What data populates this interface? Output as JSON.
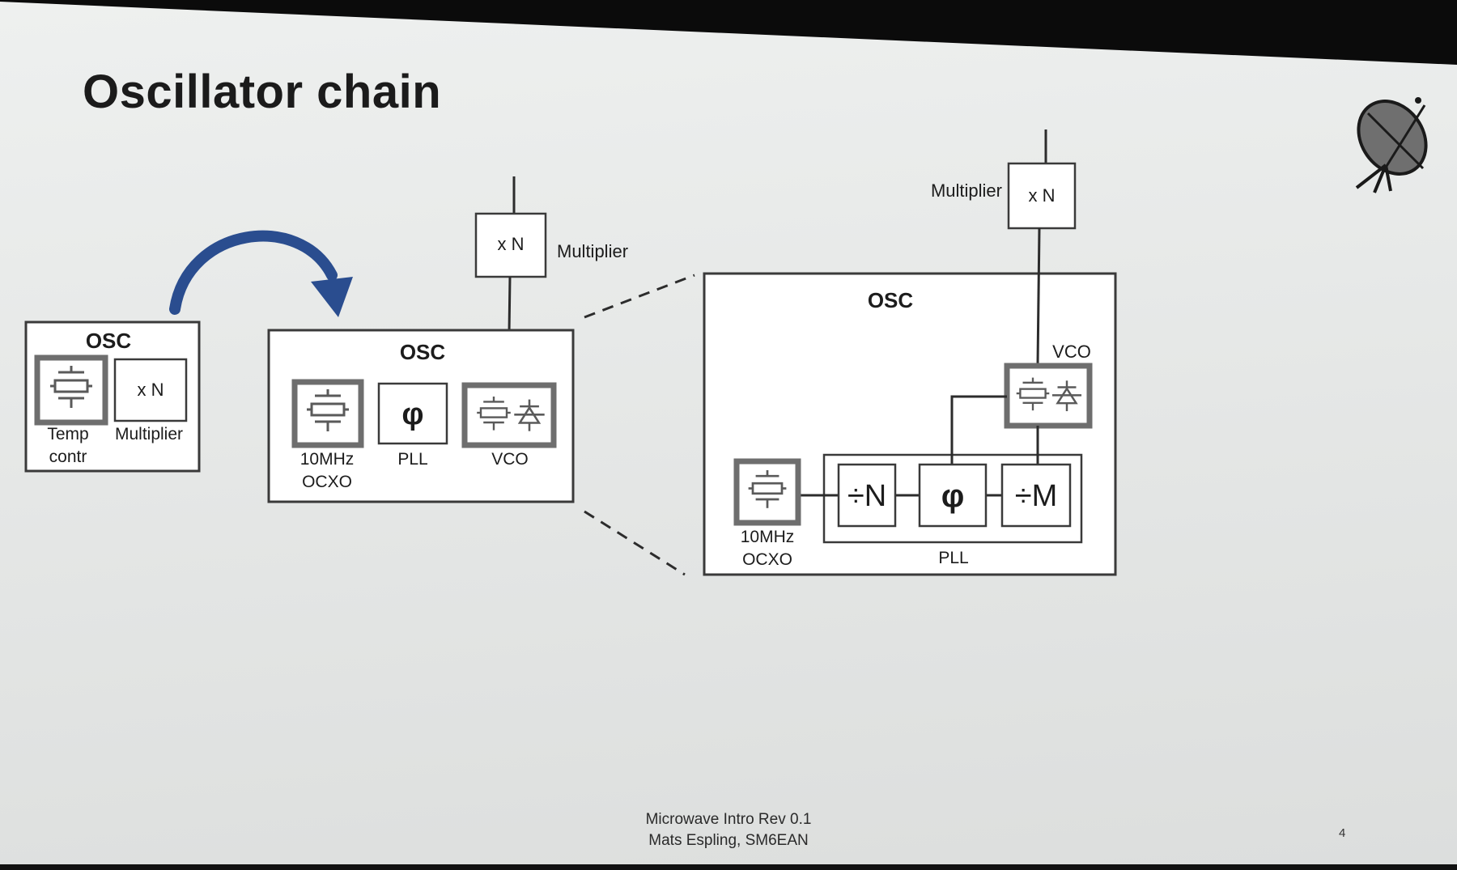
{
  "slide": {
    "title": "Oscillator chain",
    "footer_line1": "Microwave Intro Rev 0.1",
    "footer_line2": "Mats Espling, SM6EAN",
    "page_number": "4",
    "logo_icon": "satellite-dish-icon"
  },
  "diagram1": {
    "osc_label": "OSC",
    "crystal_icon": "crystal-oscillator-icon",
    "multiplier_block": "x N",
    "temp_label_1": "Temp",
    "temp_label_2": "contr",
    "multiplier_label": "Multiplier"
  },
  "diagram2": {
    "osc_label": "OSC",
    "multiplier_block": "x N",
    "multiplier_label": "Multiplier",
    "ocxo_label_1": "10MHz",
    "ocxo_label_2": "OCXO",
    "pll_symbol": "φ",
    "pll_label": "PLL",
    "vco_label": "VCO"
  },
  "diagram3": {
    "osc_label": "OSC",
    "multiplier_block": "x N",
    "multiplier_label": "Multiplier",
    "vco_label": "VCO",
    "divider_n": "÷N",
    "phase_detector": "φ",
    "divider_m": "÷M",
    "ocxo_label_1": "10MHz",
    "ocxo_label_2": "OCXO",
    "pll_label": "PLL"
  },
  "colors": {
    "arrow": "#2a4d8f",
    "block_fill": "#ffffff",
    "crystal_frame": "#6e6e6e",
    "line": "#2c2c2c"
  }
}
